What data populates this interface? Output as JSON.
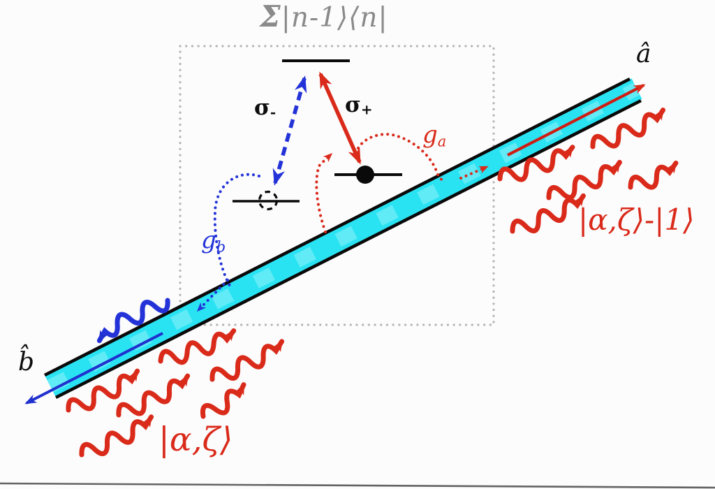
{
  "figure": {
    "title": {
      "sigma": "Σ",
      "rest": "|n-1⟩⟨n|"
    },
    "transitions": {
      "sigma_minus": {
        "base": "σ",
        "sub": "-"
      },
      "sigma_plus": {
        "base": "σ",
        "sub": "+"
      }
    },
    "couplings": {
      "g_a": {
        "base": "g",
        "sub": "a"
      },
      "g_b": {
        "base": "g",
        "sub": "b"
      }
    },
    "modes": {
      "a_mode": "â",
      "b_mode": "b̂"
    },
    "states": {
      "input": "|α,ζ⟩",
      "output": "|α,ζ⟩-|1⟩"
    },
    "colors": {
      "red": "#d92a1a",
      "blue": "#2333d8",
      "waveguide_cyan": "#2ae3f2",
      "title_gray": "#8a8a8a",
      "box_dots_gray": "#b5b5b5",
      "ink_black": "#0a0a0a"
    }
  }
}
